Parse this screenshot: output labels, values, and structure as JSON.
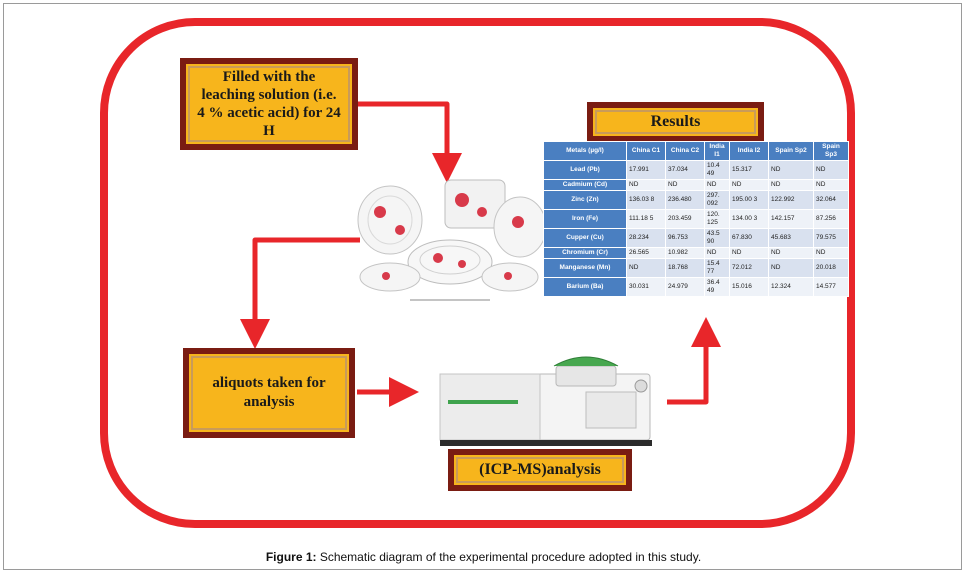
{
  "steps": {
    "fill": "Filled with the leaching solution (i.e. 4 % acetic acid) for 24 H",
    "aliquots": "aliquots taken for analysis",
    "icp": "(ICP-MS)analysis",
    "results": "Results"
  },
  "table": {
    "headers": [
      "Metals (µg/l)",
      "China C1",
      "China C2",
      "India I1",
      "India I2",
      "Spain Sp2",
      "Spain Sp3"
    ],
    "rows": [
      [
        "Lead (Pb)",
        "17.991",
        "37.034",
        "10.4 49",
        "15.317",
        "ND",
        "ND"
      ],
      [
        "Cadmium (Cd)",
        "ND",
        "ND",
        "ND",
        "ND",
        "ND",
        "ND"
      ],
      [
        "Zinc (Zn)",
        "136.03 8",
        "236.480",
        "297. 092",
        "195.00 3",
        "122.992",
        "32.064"
      ],
      [
        "Iron (Fe)",
        "111.18 5",
        "203.459",
        "120. 125",
        "134.00 3",
        "142.157",
        "87.256"
      ],
      [
        "Cupper (Cu)",
        "28.234",
        "96.753",
        "43.5 90",
        "67.830",
        "45.683",
        "79.575"
      ],
      [
        "Chromium (Cr)",
        "26.565",
        "10.982",
        "ND",
        "ND",
        "ND",
        "ND"
      ],
      [
        "Manganese (Mn)",
        "ND",
        "18.768",
        "15.4 77",
        "72.012",
        "ND",
        "20.018"
      ],
      [
        "Barium (Ba)",
        "30.031",
        "24.979",
        "36.4 49",
        "15.016",
        "12.324",
        "14.577"
      ]
    ]
  },
  "caption": {
    "label": "Figure 1:",
    "text": " Schematic diagram of the experimental procedure adopted in this study."
  },
  "colors": {
    "frame": "#e8262a",
    "box_fill": "#f7b51c",
    "box_border": "#7a1c12",
    "table_header": "#4a7fc1",
    "arrow": "#e8262a"
  }
}
